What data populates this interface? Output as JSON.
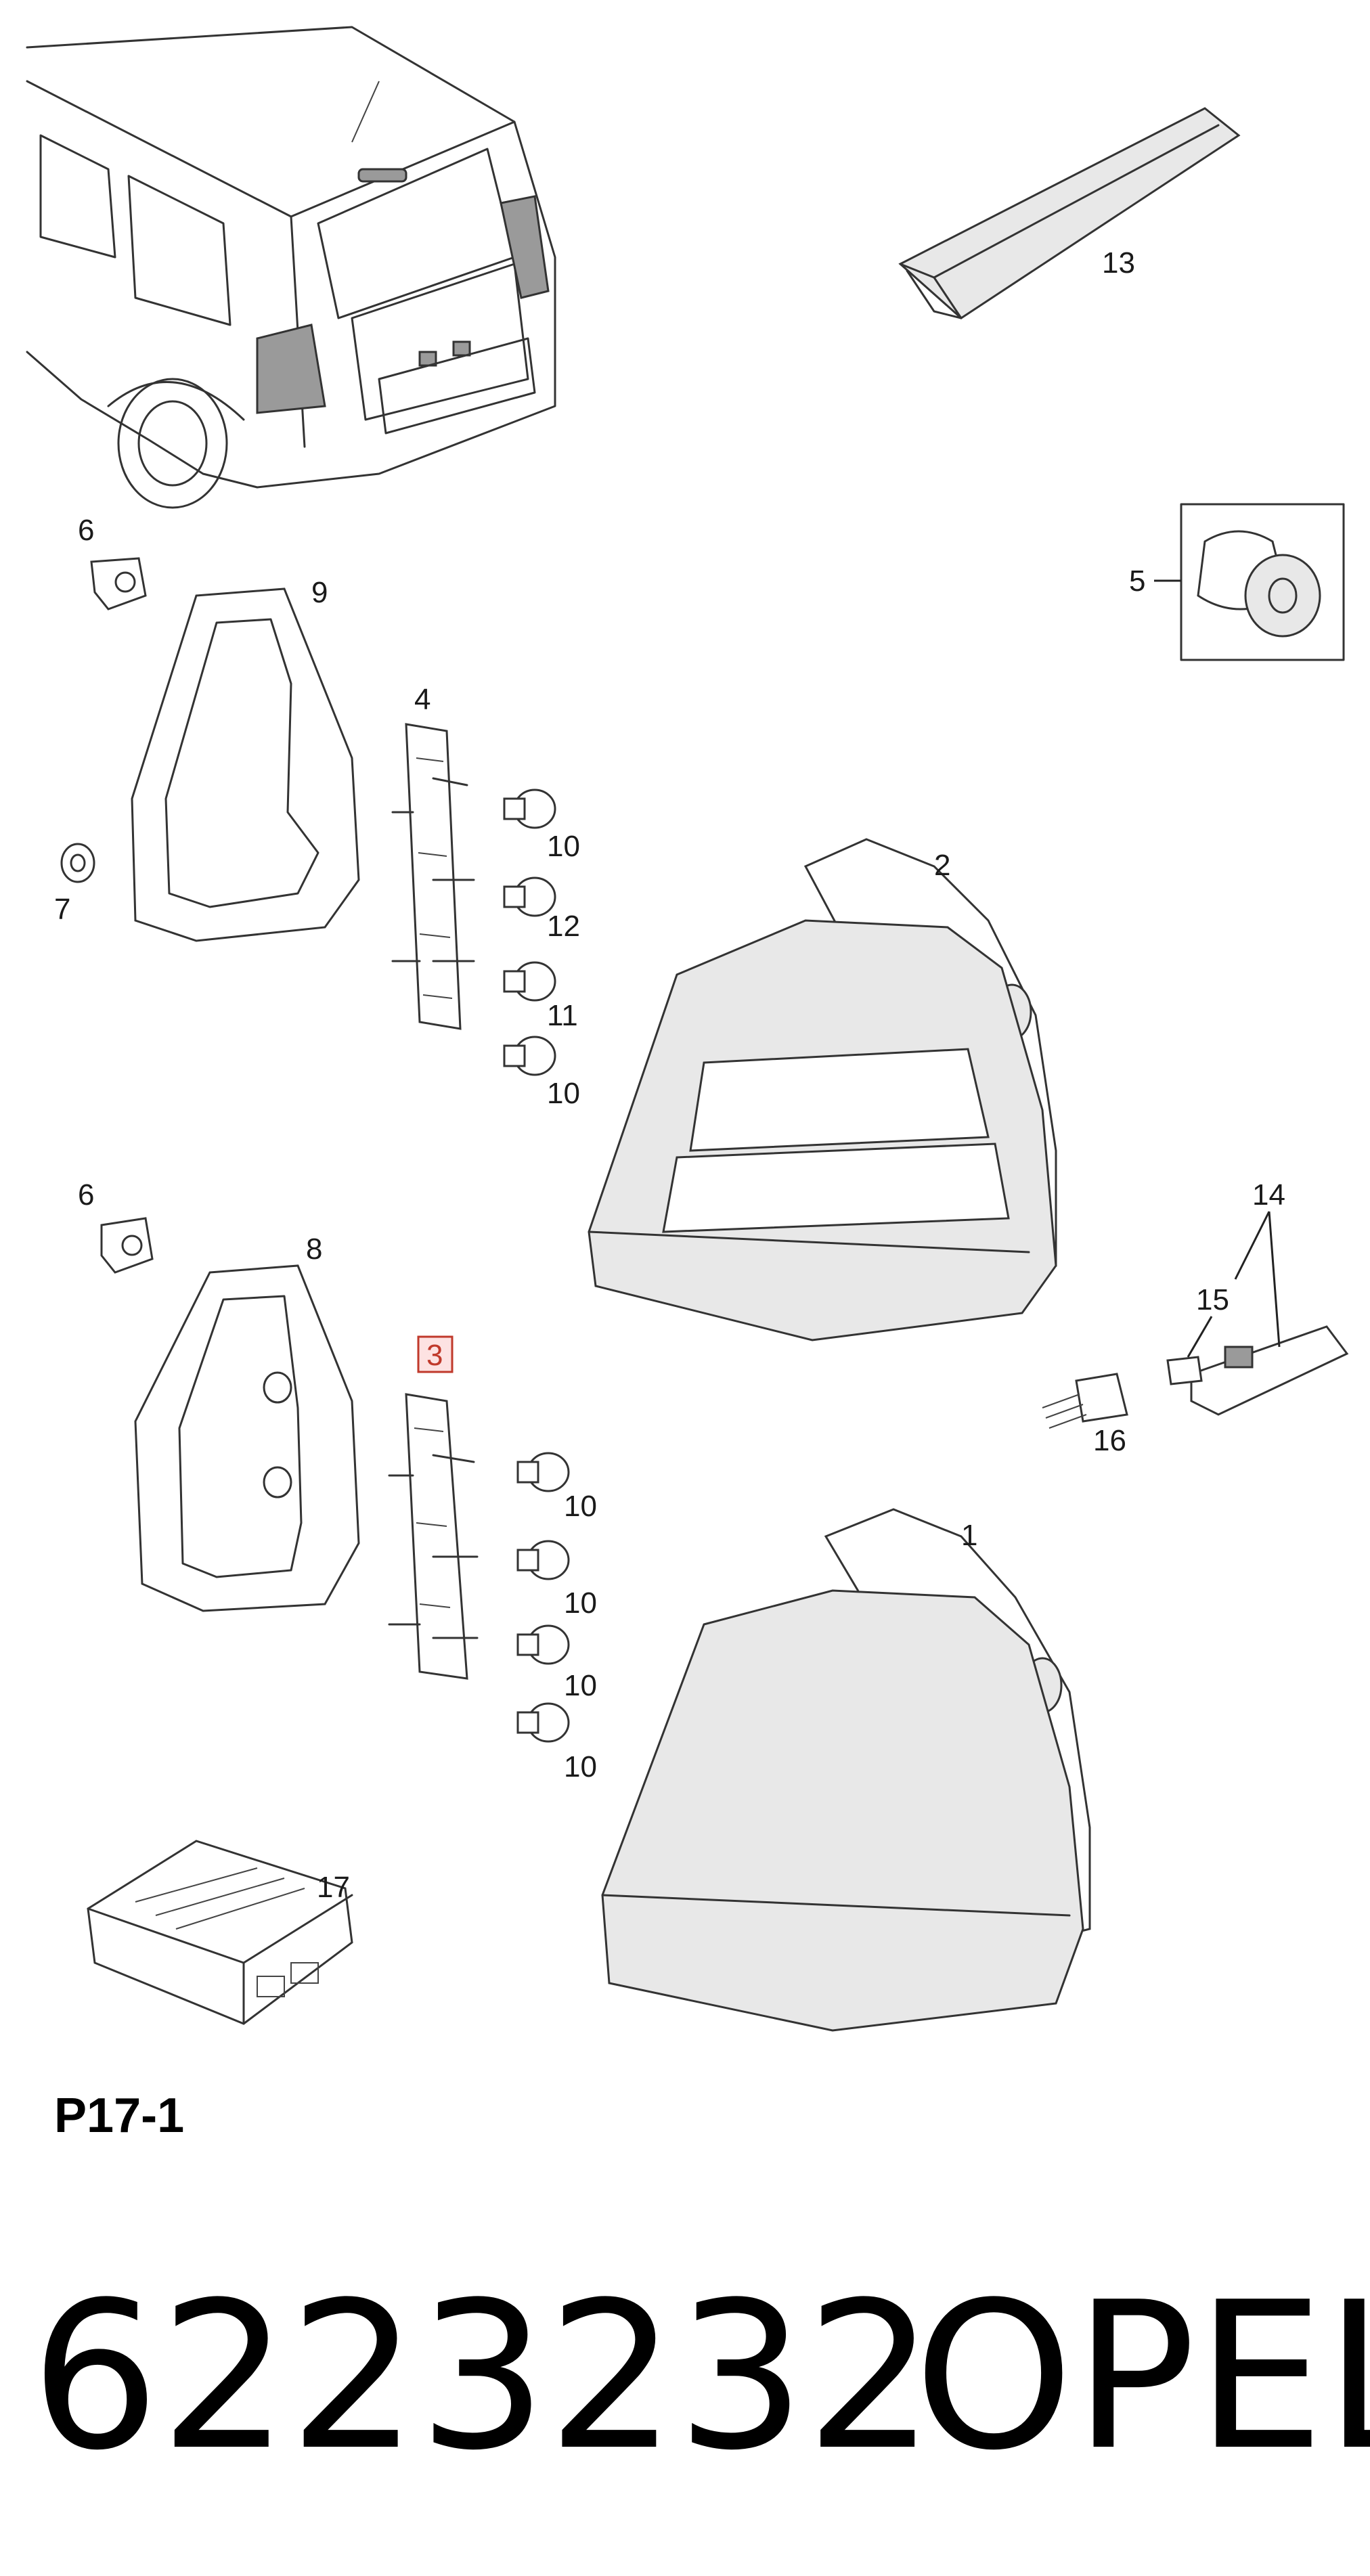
{
  "callouts": {
    "c13": "13",
    "c5": "5",
    "c6a": "6",
    "c9": "9",
    "c4": "4",
    "c7": "7",
    "c2": "2",
    "c10a": "10",
    "c12": "12",
    "c11": "11",
    "c10b": "10",
    "c6b": "6",
    "c8": "8",
    "c3": "3",
    "c14": "14",
    "c15": "15",
    "c16": "16",
    "c1": "1",
    "c10c": "10",
    "c10d": "10",
    "c10e": "10",
    "c10f": "10",
    "c17": "17"
  },
  "page_code": "P17-1",
  "part_number": "6223232",
  "brand": "OPEL",
  "colors": {
    "highlight": "#c0392b",
    "line": "#333333"
  }
}
